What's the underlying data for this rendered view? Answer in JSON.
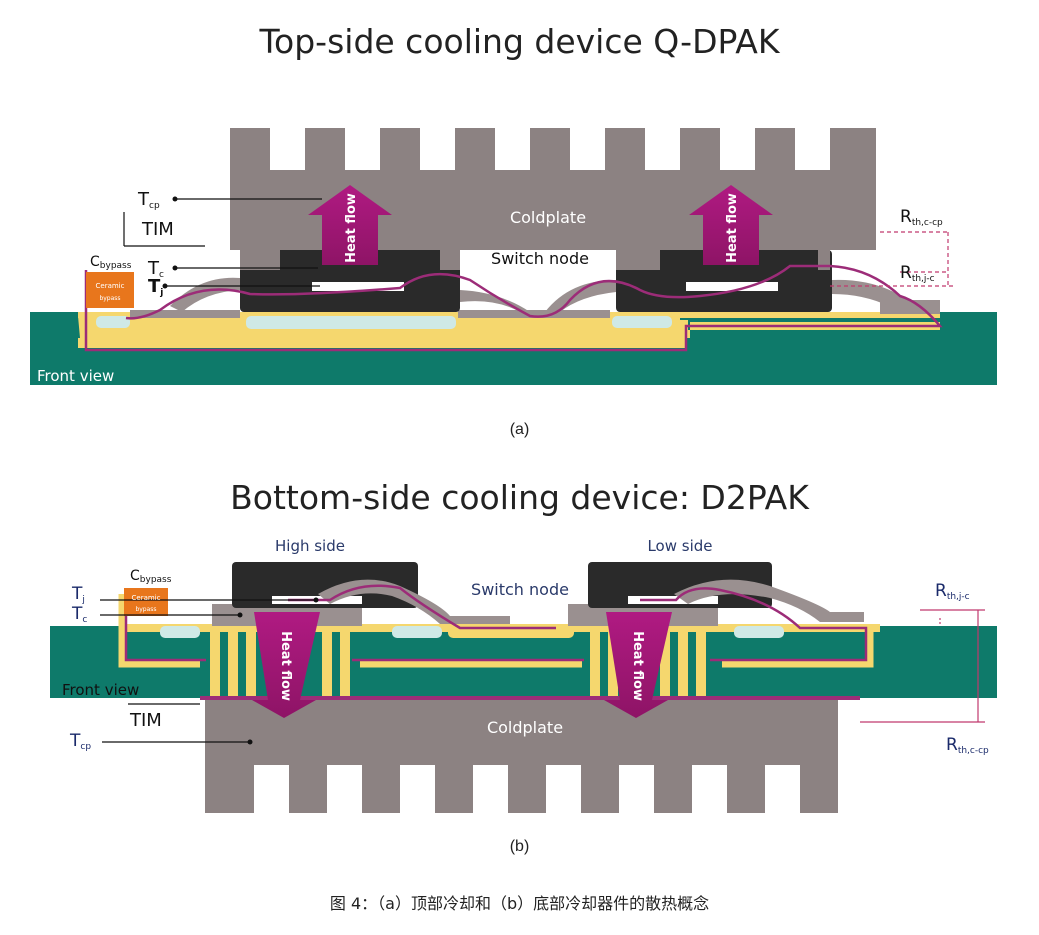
{
  "figure_a": {
    "title": "Top-side cooling device Q-DPAK",
    "coldplate": "Coldplate",
    "switch_node": "Switch node",
    "heat_flow": "Heat flow",
    "tim": "TIM",
    "front_view": "Front view",
    "t_cp": "T",
    "t_cp_sub": "cp",
    "t_c": "T",
    "t_c_sub": "c",
    "t_j": "T",
    "t_j_sub": "j",
    "c_bypass": "C",
    "c_bypass_sub": "bypass",
    "ceramic": "Ceramic",
    "ceramic_sub": "bypass",
    "r_th_cp": "R",
    "r_th_cp_sub": "th,c-cp",
    "r_th_jc": "R",
    "r_th_jc_sub": "th,j-c",
    "sublabel": "(a)"
  },
  "figure_b": {
    "title": "Bottom-side cooling device: D2PAK",
    "high_side": "High side",
    "low_side": "Low side",
    "switch_node": "Switch node",
    "heat_flow": "Heat flow",
    "coldplate": "Coldplate",
    "tim": "TIM",
    "front_view": "Front view",
    "t_j": "T",
    "t_j_sub": "j",
    "t_c": "T",
    "t_c_sub": "c",
    "t_cp": "T",
    "t_cp_sub": "cp",
    "c_bypass": "C",
    "c_bypass_sub": "bypass",
    "ceramic": "Ceramic",
    "ceramic_sub": "bypass",
    "r_th_jc": "R",
    "r_th_jc_sub": "th,j-c",
    "r_th_cp": "R",
    "r_th_cp_sub": "th,c-cp",
    "sublabel": "(b)"
  },
  "caption": "图 4：（a）顶部冷却和（b）底部冷却器件的散热概念",
  "colors": {
    "coldplate": "#8c8282",
    "pcb": "#0e7a6a",
    "copper": "#f5d76e",
    "package": "#2a2a2a",
    "heat_arrow": "#a8197a",
    "thermal_path": "#9c2c78",
    "ceramic": "#e8761c",
    "pad": "#cfe9e6"
  }
}
